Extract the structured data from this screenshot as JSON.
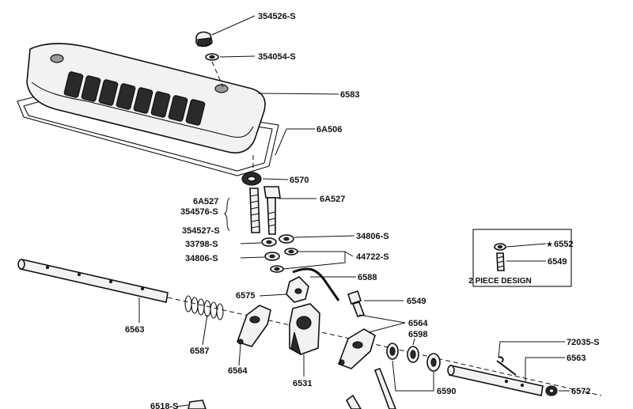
{
  "inset": {
    "caption": "2 PIECE DESIGN"
  },
  "labels": {
    "p354526S": "354526-S",
    "p354054S": "354054-S",
    "p6583": "6583",
    "p6A506": "6A506",
    "p6570": "6570",
    "p6A527a": "6A527",
    "p6A527b": "6A527",
    "p354576S": "354576-S",
    "p354527S": "354527-S",
    "p33798S": "33798-S",
    "p34806Sa": "34806-S",
    "p34806Sb": "34806-S",
    "p44722S": "44722-S",
    "p6588": "6588",
    "p6575": "6575",
    "p6549a": "6549",
    "p6564a": "6564",
    "p6598": "6598",
    "p6563a": "6563",
    "p6587": "6587",
    "p6564b": "6564",
    "p6531": "6531",
    "p6590": "6590",
    "p72035S": "72035-S",
    "p6563b": "6563",
    "p6572": "6572",
    "p6518": "6518-S",
    "p6552": "6552",
    "p6549b": "6549",
    "star": "★"
  }
}
